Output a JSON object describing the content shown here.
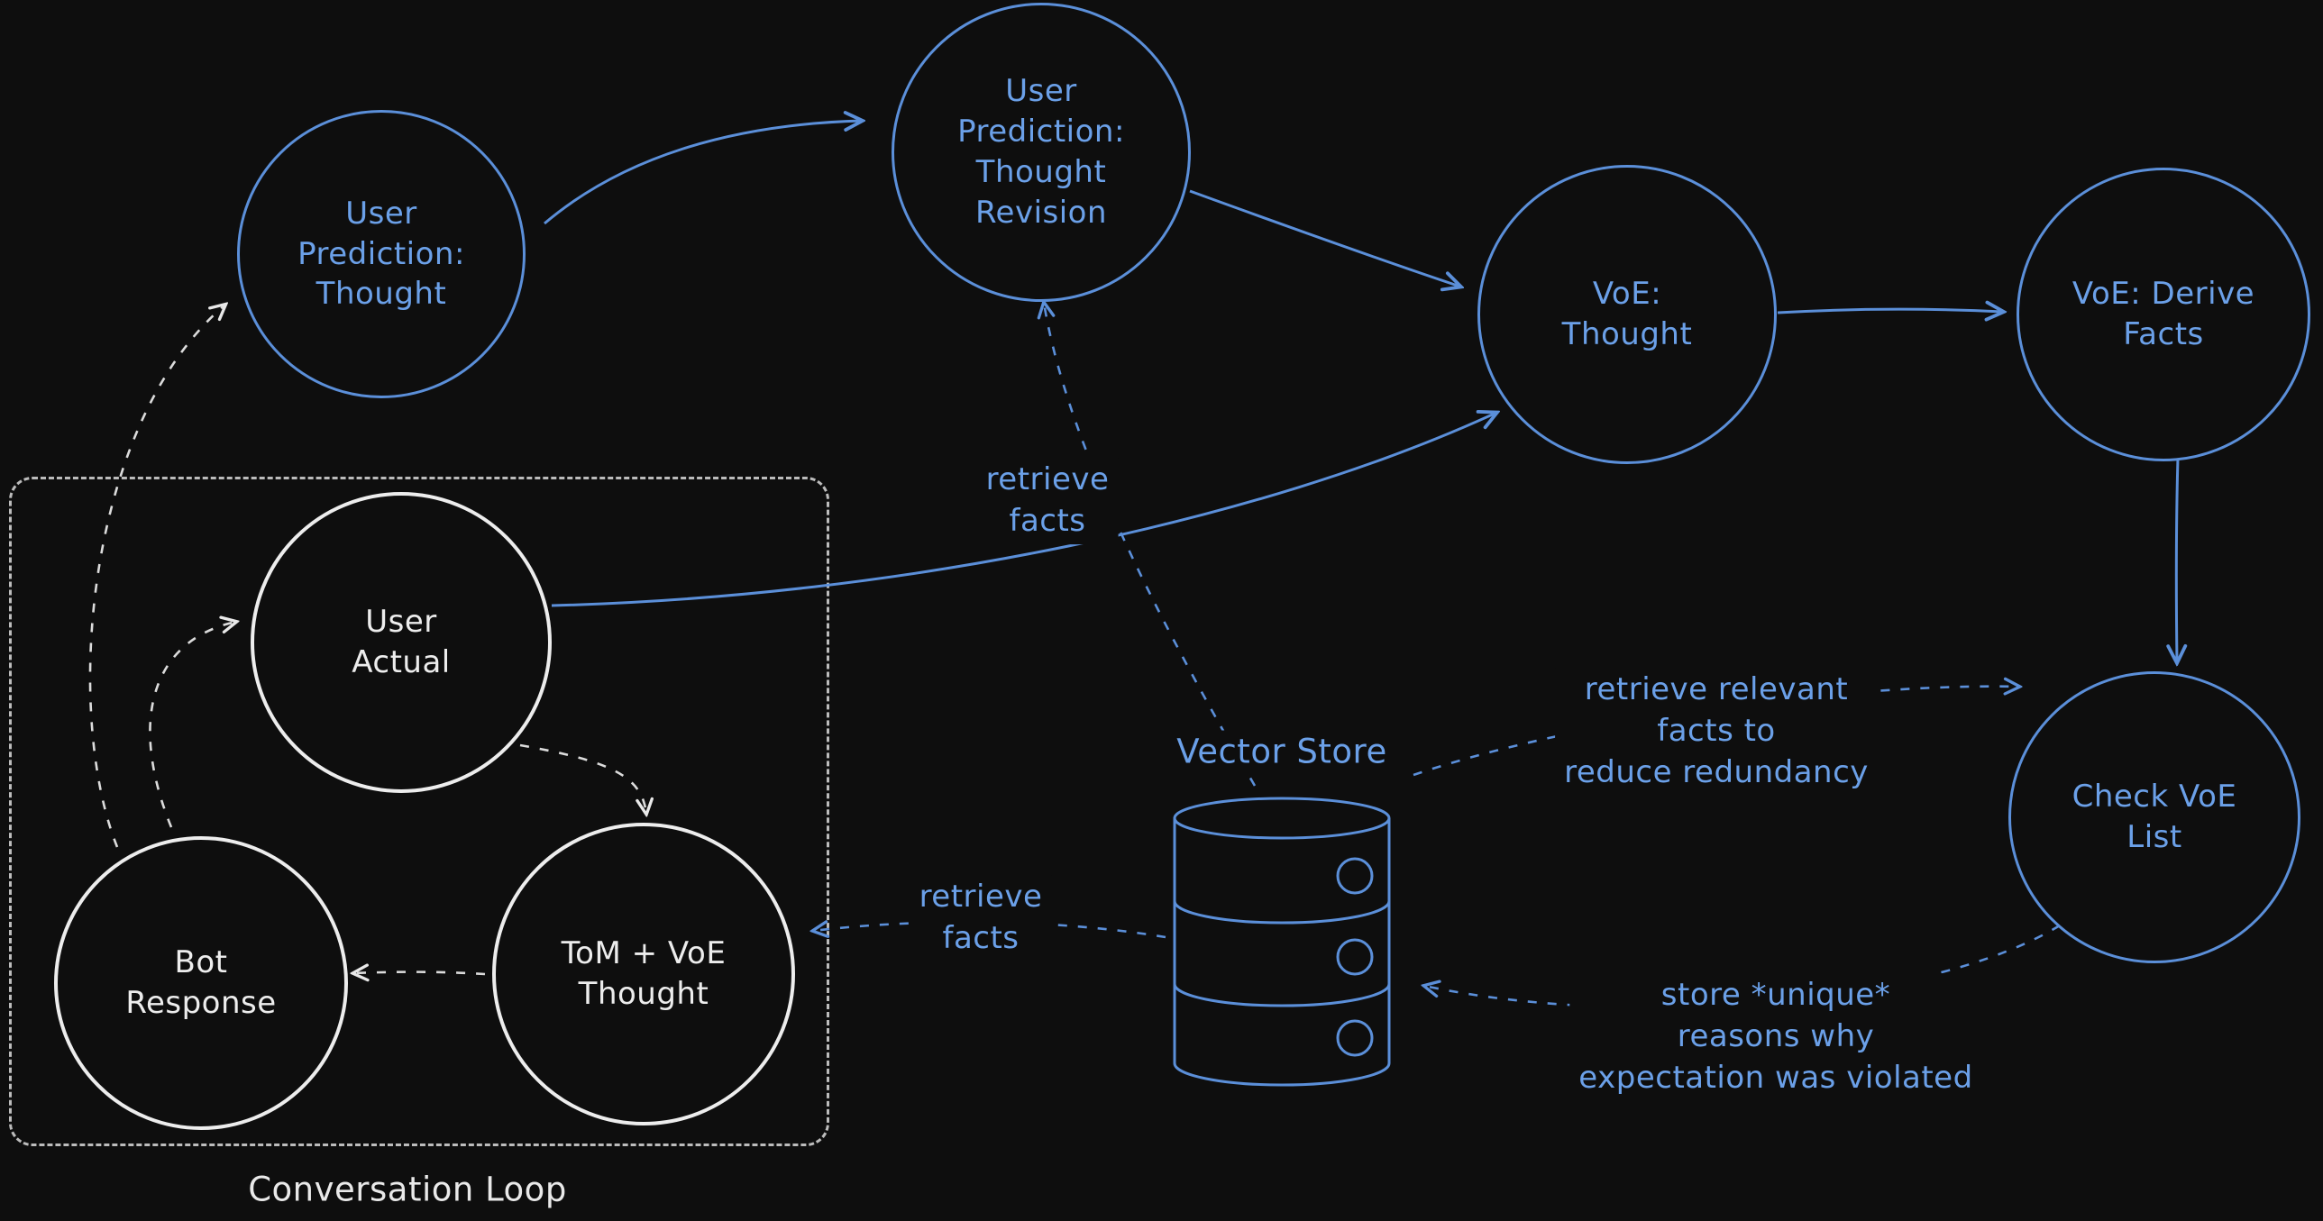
{
  "diagram": {
    "colors": {
      "background": "#0e0e0e",
      "blue_accent": "#5b8fd9",
      "white_accent": "#ededed"
    },
    "nodes": {
      "user_prediction_thought": {
        "label": "User\nPrediction:\nThought"
      },
      "user_prediction_thought_revision": {
        "label": "User\nPrediction:\nThought\nRevision"
      },
      "voe_thought": {
        "label": "VoE:\nThought"
      },
      "voe_derive_facts": {
        "label": "VoE: Derive\nFacts"
      },
      "check_voe_list": {
        "label": "Check VoE\nList"
      },
      "user_actual": {
        "label": "User\nActual"
      },
      "bot_response": {
        "label": "Bot\nResponse"
      },
      "tom_voe_thought": {
        "label": "ToM + VoE\nThought"
      }
    },
    "edge_labels": {
      "retrieve_facts_top": "retrieve\nfacts",
      "retrieve_relevant_facts": "retrieve relevant\nfacts to\nreduce redundancy",
      "retrieve_facts_left": "retrieve\nfacts",
      "store_unique_reasons": "store *unique*\nreasons why\nexpectation was violated"
    },
    "labels": {
      "vector_store": "Vector Store",
      "conversation_loop": "Conversation Loop"
    }
  }
}
